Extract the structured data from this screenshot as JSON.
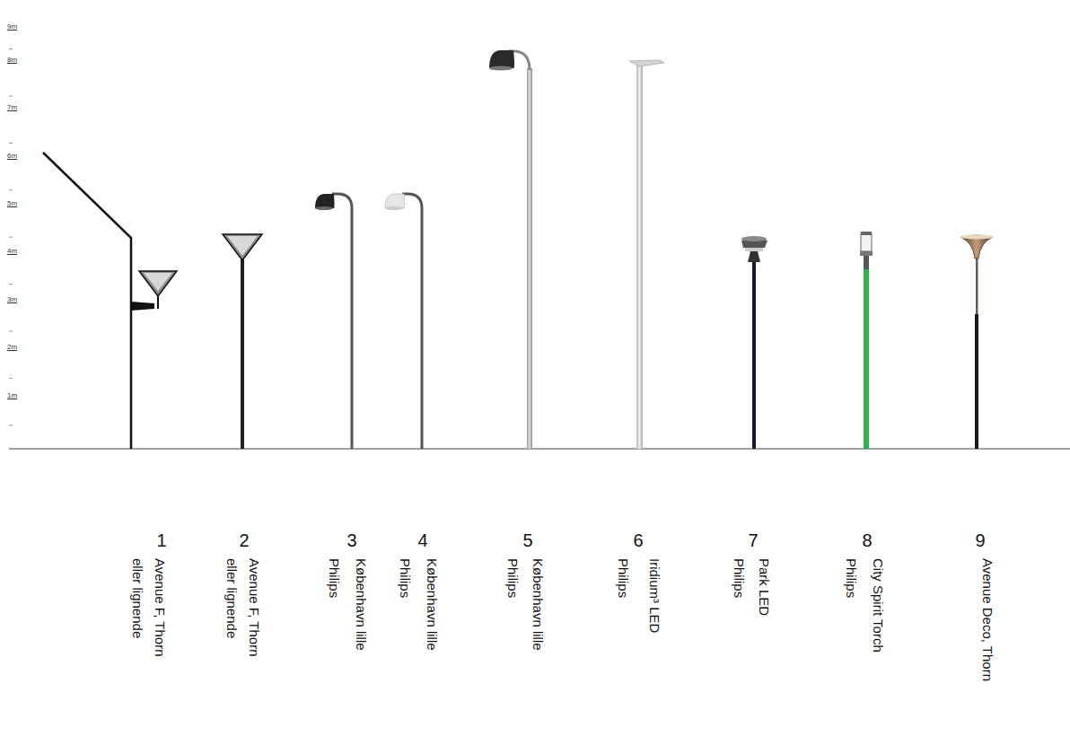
{
  "diagram": {
    "labels": [
      "9m",
      "8m",
      "7m",
      "6m",
      "5m",
      "4m",
      "3m",
      "2m",
      "1m",
      "1",
      "Avenue F, Thorn",
      "eller lignende",
      "2",
      "Avenue F, Thorn",
      "eller lignende",
      "3",
      "København lille",
      "Philips",
      "4",
      "København lille",
      "Philips",
      "5",
      "København lille",
      "Philips",
      "6",
      "Iridium³ LED",
      "Philips",
      "7",
      "Park LED",
      "Philips",
      "8",
      "City Spirit Torch",
      "Philips",
      "9",
      "Avenue Deco, Thorn"
    ]
  }
}
